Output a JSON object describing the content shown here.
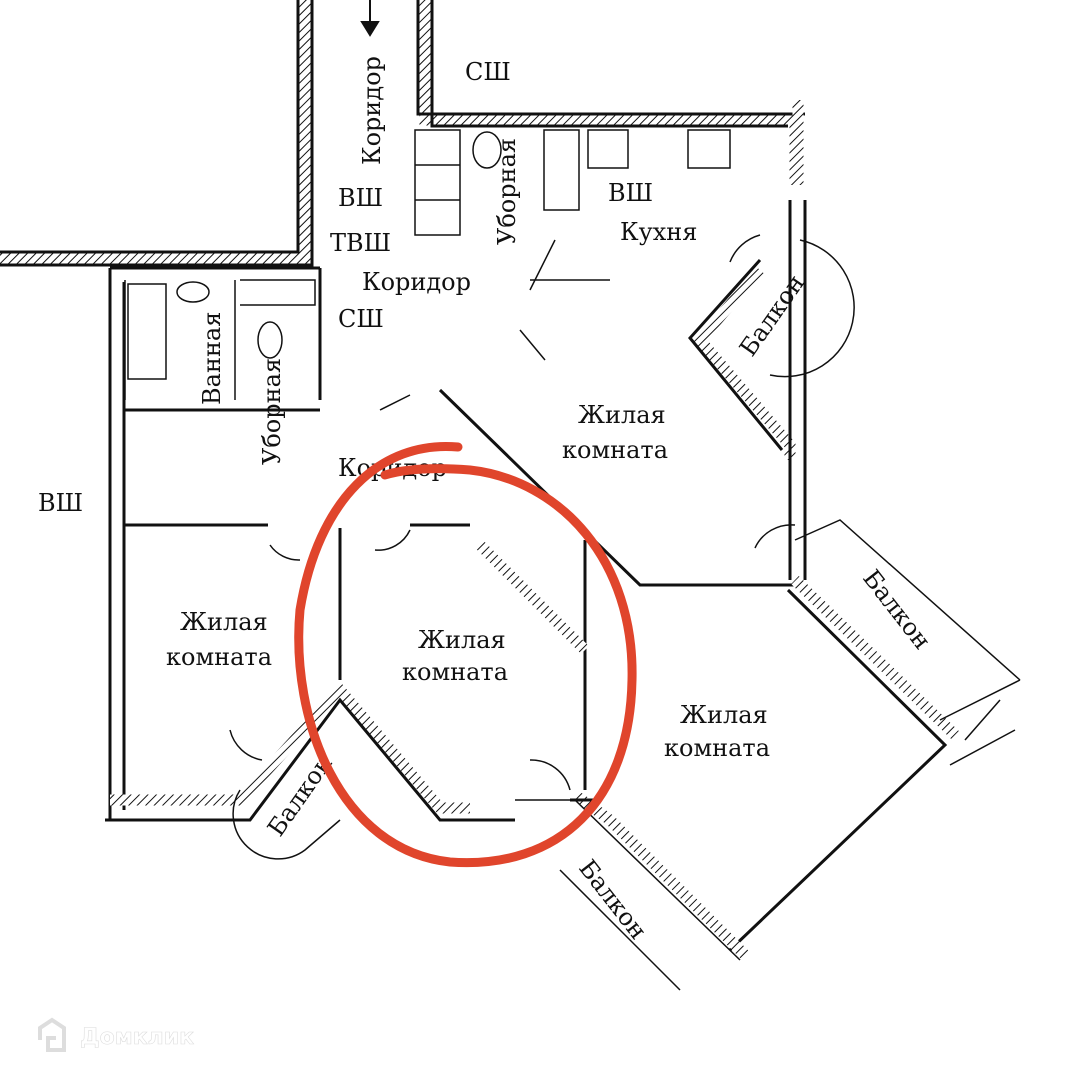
{
  "rooms": {
    "corridor_top": "Коридор",
    "corridor_mid": "Коридор",
    "corridor_low": "Коридор",
    "kitchen": "Кухня",
    "bathroom": "Ванная",
    "toilet_1": "Уборная",
    "toilet_2": "Уборная",
    "living_line1": "Жилая",
    "living_line2": "комната",
    "balcony": "Балкон"
  },
  "shafts": {
    "ssh_top": "СШ",
    "ssh_mid": "СШ",
    "vsh_1": "ВШ",
    "tvsh": "ТВШ",
    "vsh_kitchen": "ВШ",
    "vsh_left": "ВШ"
  },
  "highlight": {
    "color": "#e0452c"
  },
  "watermark": "Домклик"
}
